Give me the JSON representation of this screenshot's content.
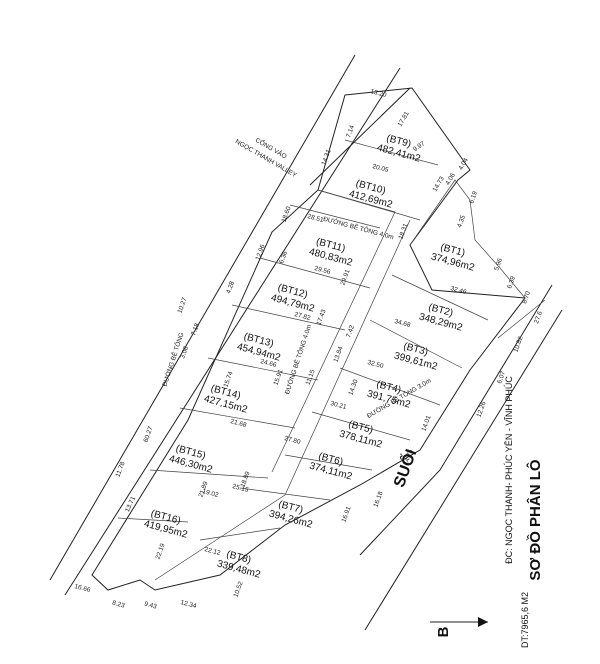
{
  "title": "SƠ ĐỒ PHÂN LÔ",
  "address": "ĐC: NGỌC THANH- PHÚC YÊN - VĨNH PHÚC",
  "total_area": "DT:7965,6 M2",
  "north_label": "B",
  "stream_label": "SUỐI",
  "roads": {
    "main_left": "ĐƯỜNG BÊ TÔNG",
    "road_4m_upper": "ĐƯỜNG BÊ TÔNG 4.0m",
    "road_4m_middle": "ĐƯỜNG BÊ TÔNG 4.0m",
    "road_lower": "ĐƯỜNG BÊ TÔNG 3.0m",
    "gate": "CỔNG VÀO",
    "gate_sub": "NGỌC THANH VALLEY"
  },
  "lots": [
    {
      "name": "(BT9)",
      "area": "482,41m2"
    },
    {
      "name": "(BT10)",
      "area": "412,69m2"
    },
    {
      "name": "(BT11)",
      "area": "480,83m2"
    },
    {
      "name": "(BT12)",
      "area": "494,79m2"
    },
    {
      "name": "(BT13)",
      "area": "454,94m2"
    },
    {
      "name": "(BT14)",
      "area": "427,15m2"
    },
    {
      "name": "(BT15)",
      "area": "446,30m2"
    },
    {
      "name": "(BT16)",
      "area": "419,95m2"
    },
    {
      "name": "(BT1)",
      "area": "374,96m2"
    },
    {
      "name": "(BT2)",
      "area": "348,29m2"
    },
    {
      "name": "(BT3)",
      "area": "399,61m2"
    },
    {
      "name": "(BT4)",
      "area": "391,75m2"
    },
    {
      "name": "(BT5)",
      "area": "378,11m2"
    },
    {
      "name": "(BT6)",
      "area": "374,11m2"
    },
    {
      "name": "(BT7)",
      "area": "394,26m2"
    },
    {
      "name": "(BT8)",
      "area": "339,48m2"
    }
  ],
  "dimensions": [
    "13.20",
    "17.81",
    "9.97",
    "14.31",
    "7.14",
    "20.05",
    "4.06",
    "4.04",
    "14.73",
    "18.31",
    "28.51",
    "18.60",
    "29.56",
    "29.91",
    "27.82",
    "24.66",
    "21.68",
    "19.02",
    "13.71",
    "16.66",
    "8.23",
    "9.43",
    "12.34",
    "10.52",
    "22.12",
    "25.15",
    "27.80",
    "30.21",
    "32.50",
    "34.68",
    "32.46",
    "6.19",
    "4.35",
    "5.96",
    "6.39",
    "8.70",
    "27.6",
    "10.82",
    "6.07",
    "12.26",
    "14.01",
    "16.18",
    "14.75",
    "16.91",
    "21.89",
    "18.89",
    "15.91",
    "15.74",
    "10.27",
    "7.18",
    "3.08",
    "7.42",
    "4.28",
    "12.96",
    "6.36",
    "17.43",
    "11.15",
    "13.84",
    "14.30",
    "60.27",
    "11.78",
    "22.19"
  ]
}
